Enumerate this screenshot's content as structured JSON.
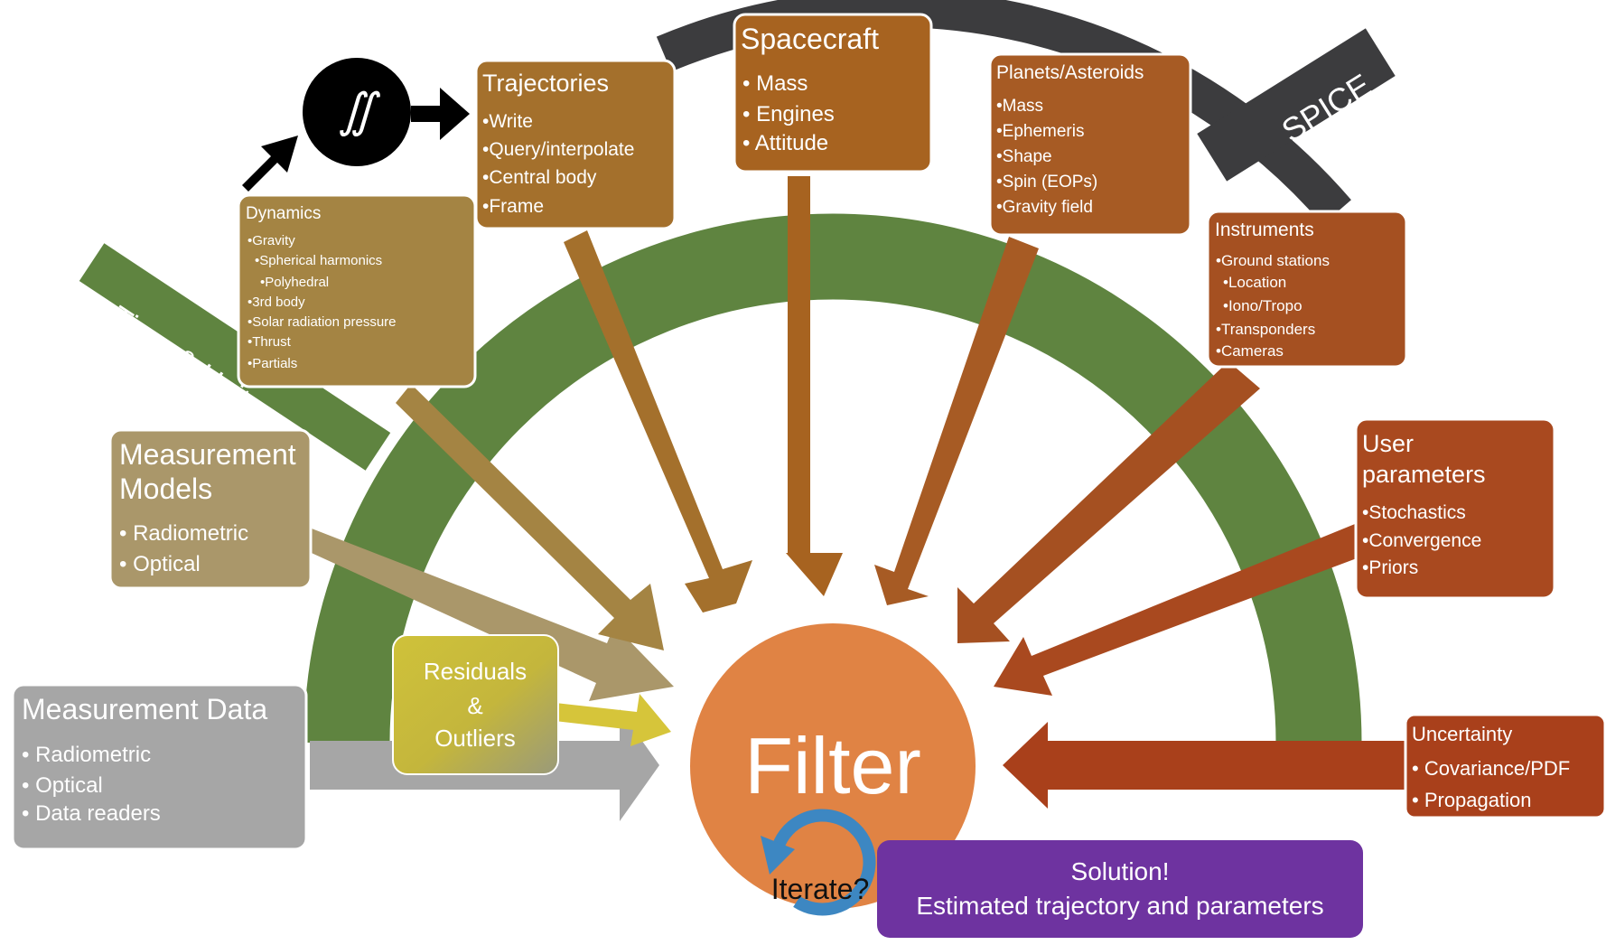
{
  "colors": {
    "green_arc": "#5f8440",
    "spice_arc": "#3c3c3e",
    "filter": "#e08344",
    "solution": "#6e33a0",
    "iterate_arrow": "#3d87c2",
    "residuals": "#c9bd3c",
    "measurement_data": "#a6a6a6",
    "measurement_models": "#aa976a",
    "dynamics": "#a48443",
    "trajectories": "#a4702c",
    "spacecraft": "#a76320",
    "planets": "#a75b24",
    "instruments": "#a55021",
    "user_parameters": "#a9491f",
    "uncertainty": "#a9401b"
  },
  "bands": {
    "time_units": "Time & Units",
    "spice": "SPICE"
  },
  "integrator_symbol": "∬",
  "boxes": {
    "measurement_data": {
      "title": "Measurement Data",
      "items": [
        "• Radiometric",
        "• Optical",
        "• Data readers"
      ]
    },
    "measurement_models": {
      "title_lines": [
        "Measurement",
        "Models"
      ],
      "items": [
        "• Radiometric",
        "• Optical"
      ]
    },
    "dynamics": {
      "title": "Dynamics",
      "items": [
        "•Gravity",
        "•Spherical harmonics",
        "•Polyhedral",
        "•3rd body",
        "•Solar radiation pressure",
        "•Thrust",
        "•Partials"
      ]
    },
    "trajectories": {
      "title": "Trajectories",
      "items": [
        "•Write",
        "•Query/interpolate",
        "•Central body",
        "•Frame"
      ]
    },
    "spacecraft": {
      "title": "Spacecraft",
      "items": [
        "• Mass",
        "• Engines",
        "• Attitude"
      ]
    },
    "planets": {
      "title": "Planets/Asteroids",
      "items": [
        "•Mass",
        "•Ephemeris",
        "•Shape",
        "•Spin (EOPs)",
        "•Gravity field"
      ]
    },
    "instruments": {
      "title": "Instruments",
      "items": [
        "•Ground stations",
        "•Location",
        "•Iono/Tropo",
        "•Transponders",
        "•Cameras"
      ]
    },
    "user_parameters": {
      "title_lines": [
        "User",
        "parameters"
      ],
      "items": [
        "•Stochastics",
        "•Convergence",
        "•Priors"
      ]
    },
    "uncertainty": {
      "title": "Uncertainty",
      "items": [
        "• Covariance/PDF",
        "• Propagation"
      ]
    },
    "residuals": {
      "lines": [
        "Residuals",
        "&",
        "Outliers"
      ]
    }
  },
  "filter": {
    "label": "Filter"
  },
  "iterate": {
    "label": "Iterate?"
  },
  "solution": {
    "line1": "Solution!",
    "line2": "Estimated trajectory and parameters"
  }
}
